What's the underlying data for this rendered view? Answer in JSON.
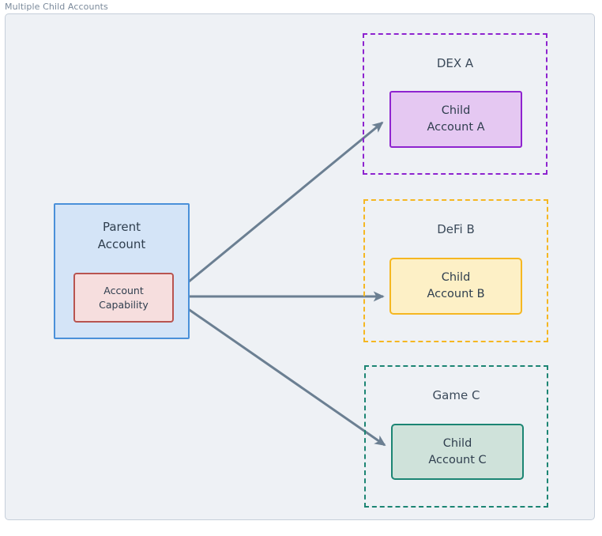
{
  "frame": {
    "title": "Multiple Child Accounts",
    "background": "#eef1f5",
    "border_color": "#c6cfda"
  },
  "nodes": {
    "parent": {
      "label": "Parent\nAccount",
      "fill": "#d4e4f7",
      "stroke": "#4a90d9"
    },
    "capability": {
      "label": "Account\nCapability",
      "fill": "#f6dede",
      "stroke": "#b85450"
    }
  },
  "clusters": [
    {
      "id": "dex",
      "label": "DEX A",
      "stroke": "#8e24cf",
      "child": {
        "label": "Child\nAccount A",
        "fill": "#e5c8f2",
        "stroke": "#8e24cf"
      }
    },
    {
      "id": "defi",
      "label": "DeFi B",
      "stroke": "#f5b721",
      "child": {
        "label": "Child\nAccount B",
        "fill": "#fdf0c6",
        "stroke": "#f5b721"
      }
    },
    {
      "id": "game",
      "label": "Game C",
      "stroke": "#1c8573",
      "child": {
        "label": "Child\nAccount C",
        "fill": "#cfe2da",
        "stroke": "#1c8573"
      }
    }
  ],
  "edges": {
    "color": "#6b7f92",
    "width": 3,
    "list": [
      {
        "id": "edge-capability-to-child-a",
        "from": "capability",
        "to": "child-a"
      },
      {
        "id": "edge-capability-to-child-b",
        "from": "capability",
        "to": "child-b"
      },
      {
        "id": "edge-capability-to-child-c",
        "from": "capability",
        "to": "child-c"
      }
    ]
  }
}
